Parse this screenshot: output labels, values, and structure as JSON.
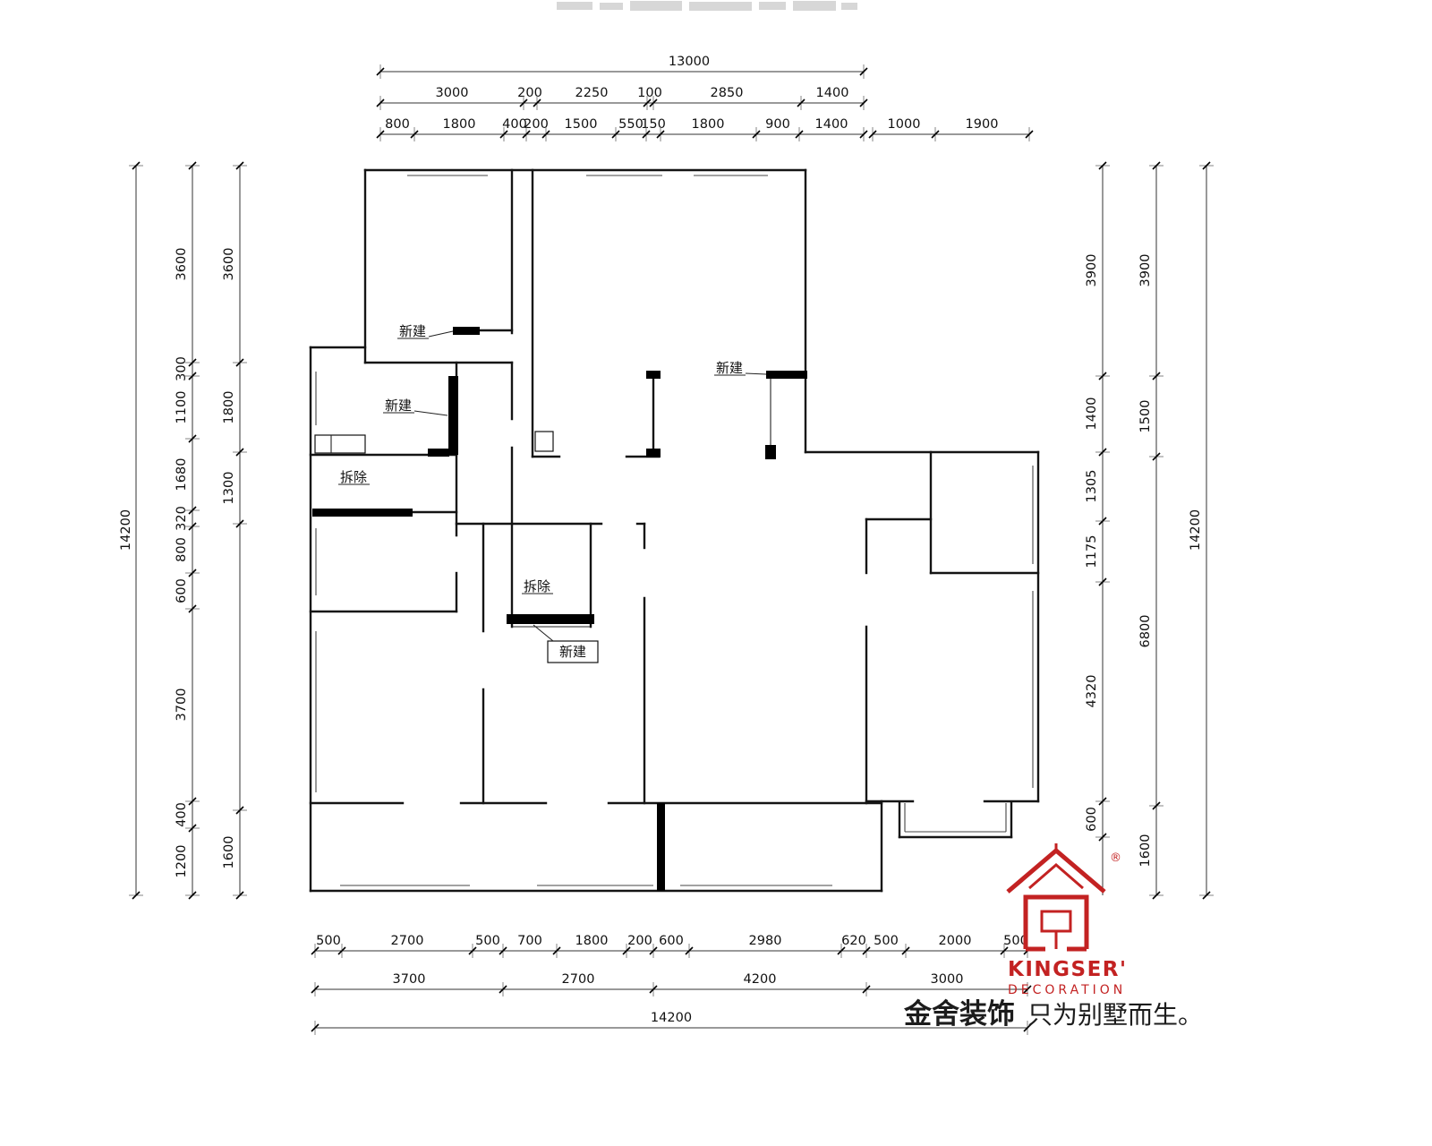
{
  "dims": {
    "top_total": "13000",
    "top_row2": [
      "3000",
      "200",
      "2250",
      "100",
      "2850",
      "1400"
    ],
    "top_row3": [
      "800",
      "1800",
      "400",
      "200",
      "1500",
      "550",
      "150",
      "1800",
      "900",
      "1400"
    ],
    "top_right": [
      "1000",
      "1900"
    ],
    "left_total": "14200",
    "left_col_a": [
      "3600",
      "300",
      "1100",
      "1680",
      "320",
      "800",
      "600",
      "3700",
      "400",
      "1200"
    ],
    "left_col_b": [
      "3600",
      "1800",
      "1300",
      "1600"
    ],
    "right_col_a": [
      "3900",
      "1400",
      "1305",
      "1175",
      "4320",
      "600"
    ],
    "right_col_b": [
      "3900",
      "1500",
      "6800",
      "1600"
    ],
    "right_total": "14200",
    "bottom_row1": [
      "500",
      "2700",
      "500",
      "700",
      "1800",
      "200",
      "600",
      "2980",
      "620",
      "500",
      "2000",
      "500"
    ],
    "bottom_row2": [
      "3700",
      "2700",
      "4200",
      "3000"
    ],
    "bottom_total": "14200"
  },
  "annotations": {
    "new_wall": "新建",
    "demolish": "拆除"
  },
  "logo": {
    "brand": "KINGSER'",
    "brand_sub": "DECORATION",
    "registered": "®",
    "tagline_primary": "金舍装饰",
    "tagline_secondary": "只为别墅而生。"
  },
  "colors": {
    "brand_red": "#c32222",
    "wall": "#141414"
  }
}
